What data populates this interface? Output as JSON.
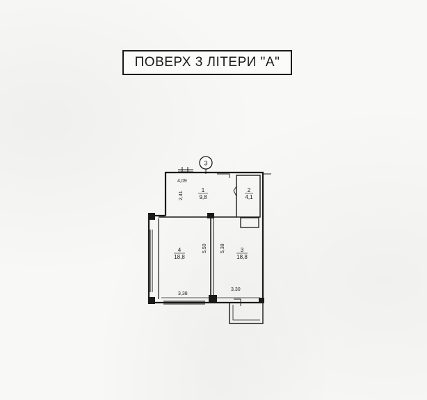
{
  "title": "ПОВЕРХ 3 ЛІТЕРИ \"А\"",
  "axis_marker": "3",
  "rooms": [
    {
      "number": "1",
      "area": "9,8",
      "width": "4,09",
      "height": "2,41"
    },
    {
      "number": "2",
      "area": "4,1"
    },
    {
      "number": "3",
      "area": "18,8",
      "width": "3,30",
      "height": "5,38"
    },
    {
      "number": "4",
      "area": "18,8",
      "width": "3,38",
      "height": "5,50"
    }
  ]
}
